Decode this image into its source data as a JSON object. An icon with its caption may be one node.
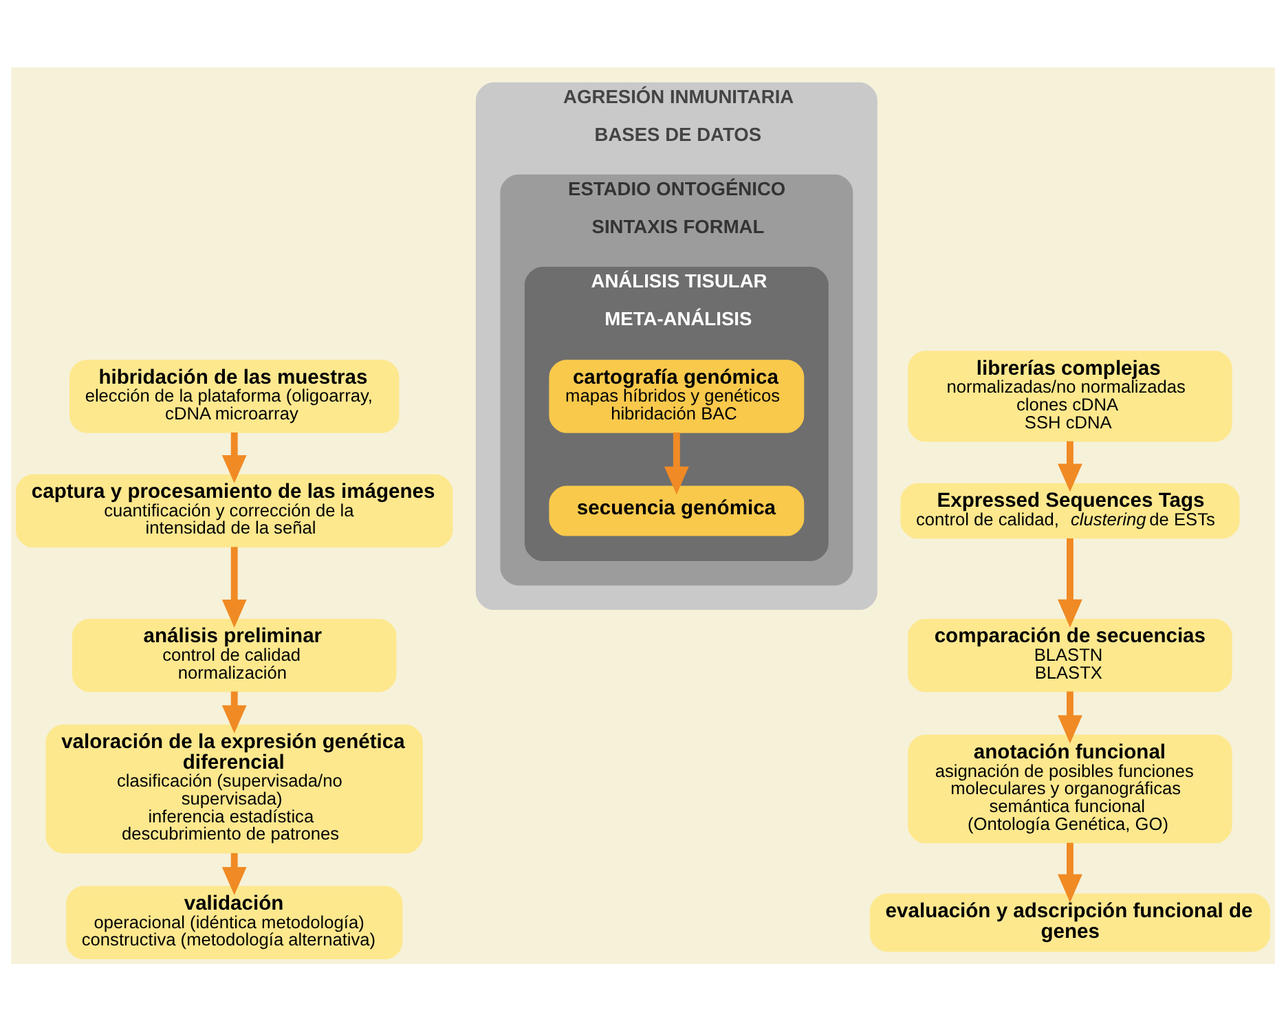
{
  "diagram": {
    "nodes": [
      {
        "text": [
          "hibridación de las muestras",
          "elección de la plataforma (oligoarray, cDNA microarray"
        ]
      },
      {
        "text": [
          "captura y procesamiento de las imágenes",
          "cuantificación y corrección de la intensidad de la señal"
        ]
      },
      {
        "text": [
          "análisis preliminar",
          "control de calidad",
          "normalización"
        ]
      },
      {
        "text": [
          "valoración de la expresión genética diferencial",
          "clasificación (supervisada/no supervisada)",
          "inferencia estadística",
          "descubrimiento de patrones"
        ]
      },
      {
        "text": [
          "validación",
          "operacional (idéntica metodología)",
          "constructiva (metodología alternativa)"
        ]
      },
      {
        "text": [
          "AGRESIÓN INMUNITARIA",
          "BASES DE DATOS"
        ]
      },
      {
        "text": [
          "ESTADIO ONTOGÉNICO",
          "SINTAXIS FORMAL"
        ],
        "in": 5
      },
      {
        "text": [
          "ANÁLISIS TISULAR",
          "META-ANÁLISIS"
        ],
        "in": 6
      },
      {
        "text": [
          "cartografía genómica",
          "mapas híbridos y genéticos hibridación BAC"
        ],
        "in": 7
      },
      {
        "text": [
          "secuencia genómica"
        ],
        "in": 7
      },
      {
        "text": [
          "librerías complejas",
          "normalizadas/no normalizadas",
          "clones cDNA",
          "SSH cDNA"
        ]
      },
      {
        "text": [
          "Expressed Sequences Tags",
          "control de calidad, *clustering* de ESTs"
        ]
      },
      {
        "text": [
          "comparación de secuencias",
          "BLASTN",
          "BLASTX"
        ]
      },
      {
        "text": [
          "anotación funcional",
          "asignación de posibles funciones moleculares y organográficas",
          "semántica funcional",
          "(Ontología Genética, GO)"
        ]
      },
      {
        "text": [
          "evaluación y adscripción funcional de genes"
        ]
      }
    ],
    "edges": [
      {
        "from": 0,
        "to": 1,
        "arrow": "to"
      },
      {
        "from": 1,
        "to": 2,
        "arrow": "to"
      },
      {
        "from": 2,
        "to": 3,
        "arrow": "to"
      },
      {
        "from": 3,
        "to": 4,
        "arrow": "to"
      },
      {
        "from": 8,
        "to": 9,
        "arrow": "to"
      },
      {
        "from": 10,
        "to": 11,
        "arrow": "to"
      },
      {
        "from": 11,
        "to": 12,
        "arrow": "to"
      },
      {
        "from": 12,
        "to": 13,
        "arrow": "to"
      },
      {
        "from": 13,
        "to": 14,
        "arrow": "to"
      }
    ]
  }
}
